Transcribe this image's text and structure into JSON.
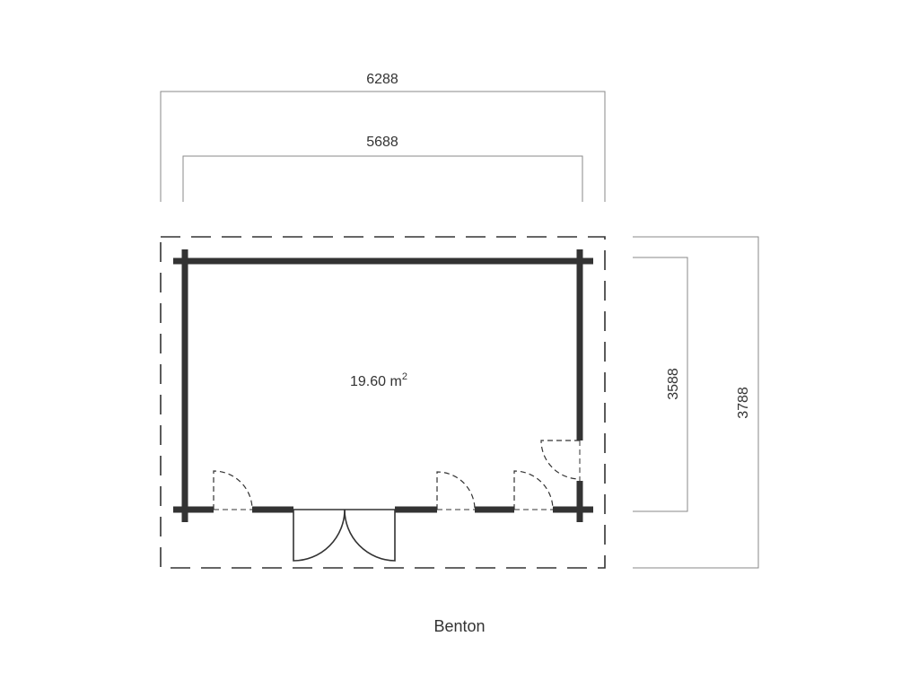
{
  "drawing": {
    "dimensions": {
      "outer_width": "6288",
      "inner_width": "5688",
      "inner_depth": "3588",
      "outer_depth": "3788"
    },
    "area": {
      "value": "19.60 m",
      "unit_exponent": "2"
    },
    "model_name": "Benton"
  },
  "colors": {
    "wall": "#333333",
    "dimension_line": "#8a8a8a",
    "background": "#ffffff"
  }
}
